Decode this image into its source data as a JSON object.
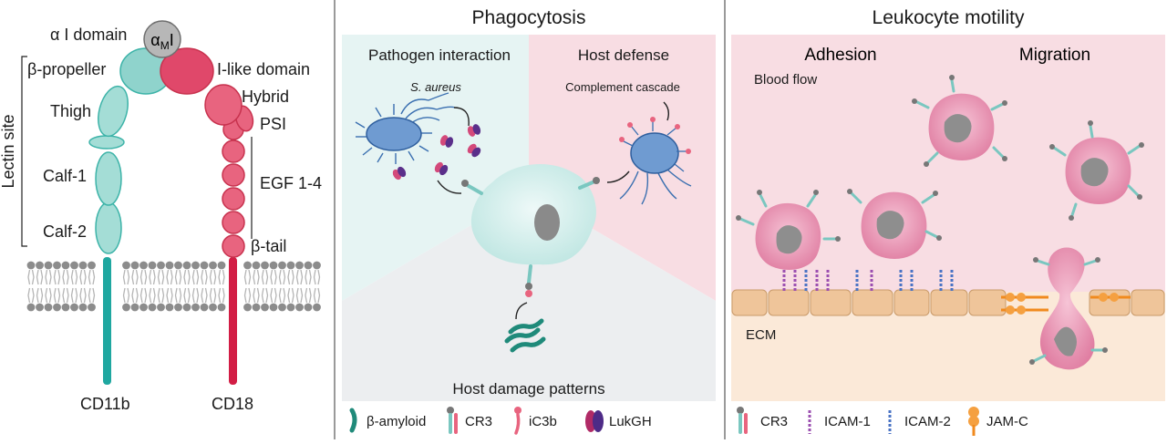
{
  "left_panel": {
    "alpha_i_domain": "α I domain",
    "alpha_m_badge": "α",
    "alpha_m_sub": "M",
    "alpha_m_suffix": "I",
    "beta_propeller": "β-propeller",
    "i_like_domain": "I-like domain",
    "hybrid": "Hybrid",
    "psi": "PSI",
    "thigh": "Thigh",
    "egf": "EGF 1-4",
    "calf1": "Calf-1",
    "calf2": "Calf-2",
    "beta_tail": "β-tail",
    "lectin_site": "Lectin site",
    "cd11b": "CD11b",
    "cd18": "CD18"
  },
  "middle_panel": {
    "title": "Phagocytosis",
    "pathogen_interaction": "Pathogen interaction",
    "host_defense": "Host defense",
    "s_aureus": "S. aureus",
    "complement_cascade": "Complement cascade",
    "host_damage": "Host damage patterns"
  },
  "right_panel": {
    "title": "Leukocyte motility",
    "adhesion": "Adhesion",
    "migration": "Migration",
    "blood_flow": "Blood flow",
    "ecm": "ECM"
  },
  "legend_middle": {
    "beta_amyloid": "β-amyloid",
    "cr3": "CR3",
    "ic3b": "iC3b",
    "lukgh": "LukGH"
  },
  "legend_right": {
    "cr3": "CR3",
    "icam1": "ICAM-1",
    "icam2": "ICAM-2",
    "jamc": "JAM-C"
  },
  "colors": {
    "cd11b_teal": "#8fd3cc",
    "cd18_pink": "#e8647f",
    "cell_pink": "#ef9bb8",
    "ecm": "#f0c99b"
  }
}
